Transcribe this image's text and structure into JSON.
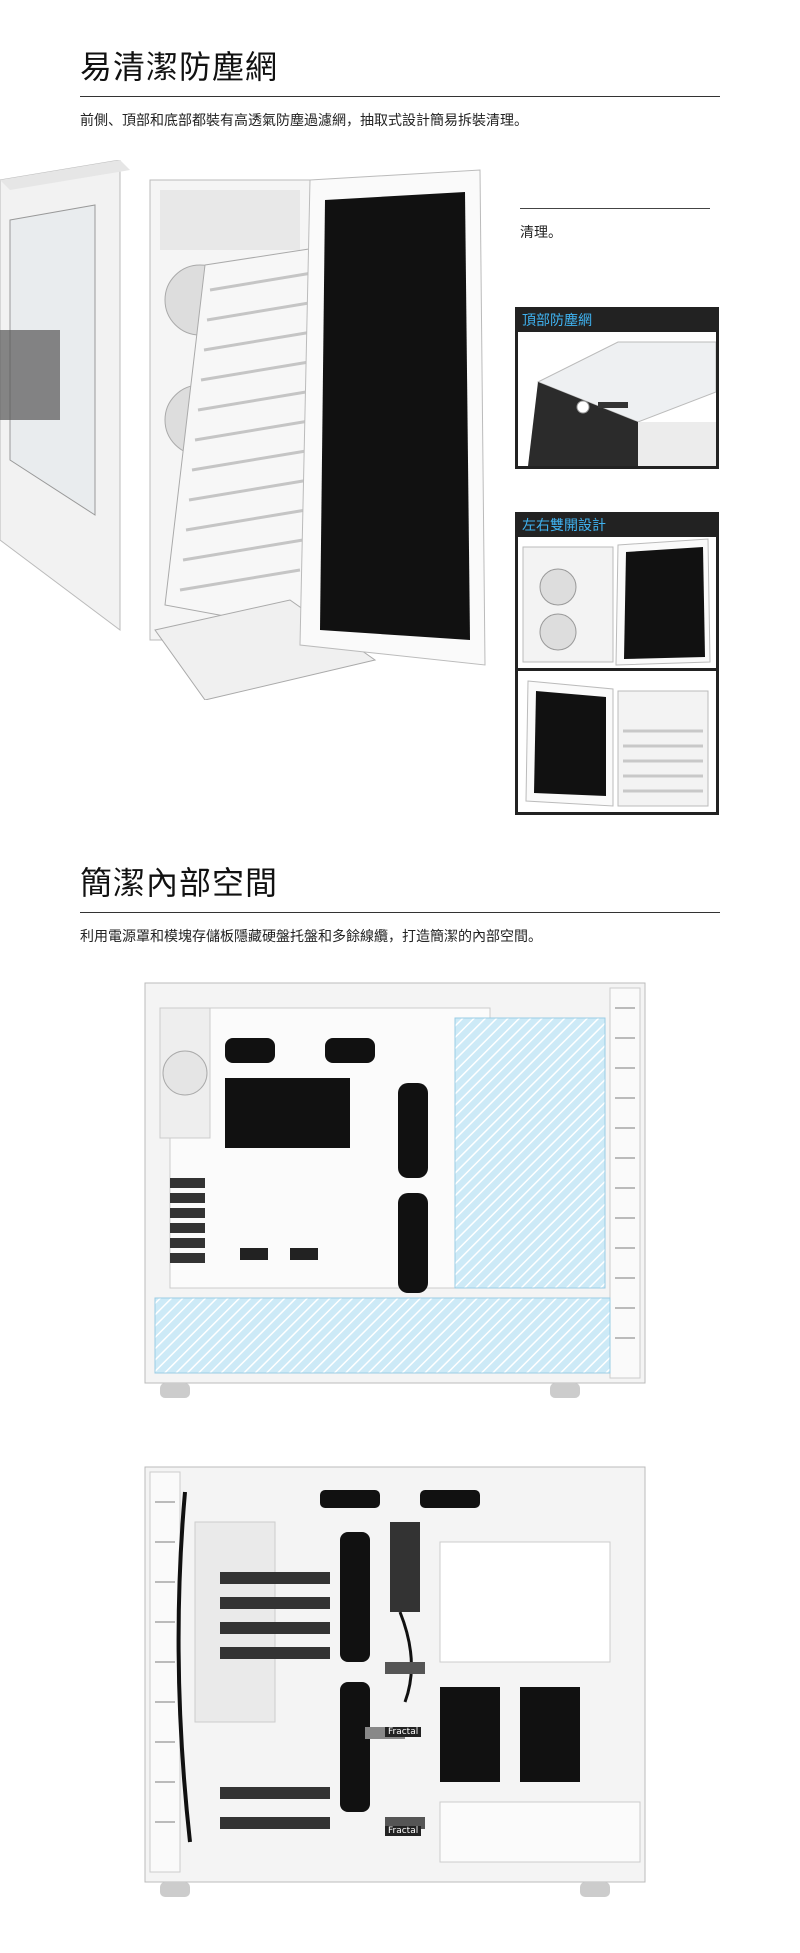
{
  "section1": {
    "title": "易清潔防塵網",
    "description": "前側、頂部和底部都裝有高透氣防塵過濾網，抽取式設計簡易拆裝清理。",
    "ghost_text": "清理。",
    "insets": [
      {
        "label": "頂部防塵網"
      },
      {
        "label": "左右雙開設計"
      }
    ]
  },
  "section2": {
    "title": "簡潔內部空間",
    "description": "利用電源罩和模塊存儲板隱藏硬盤托盤和多餘線纜，打造簡潔的內部空間。"
  },
  "brand_tags": [
    "Fractal",
    "Fractal"
  ],
  "colors": {
    "inset_header_bg": "#222222",
    "inset_header_text": "#3fb2f0",
    "highlight_fill": "#cdeaf7",
    "filter_black": "#111111"
  }
}
